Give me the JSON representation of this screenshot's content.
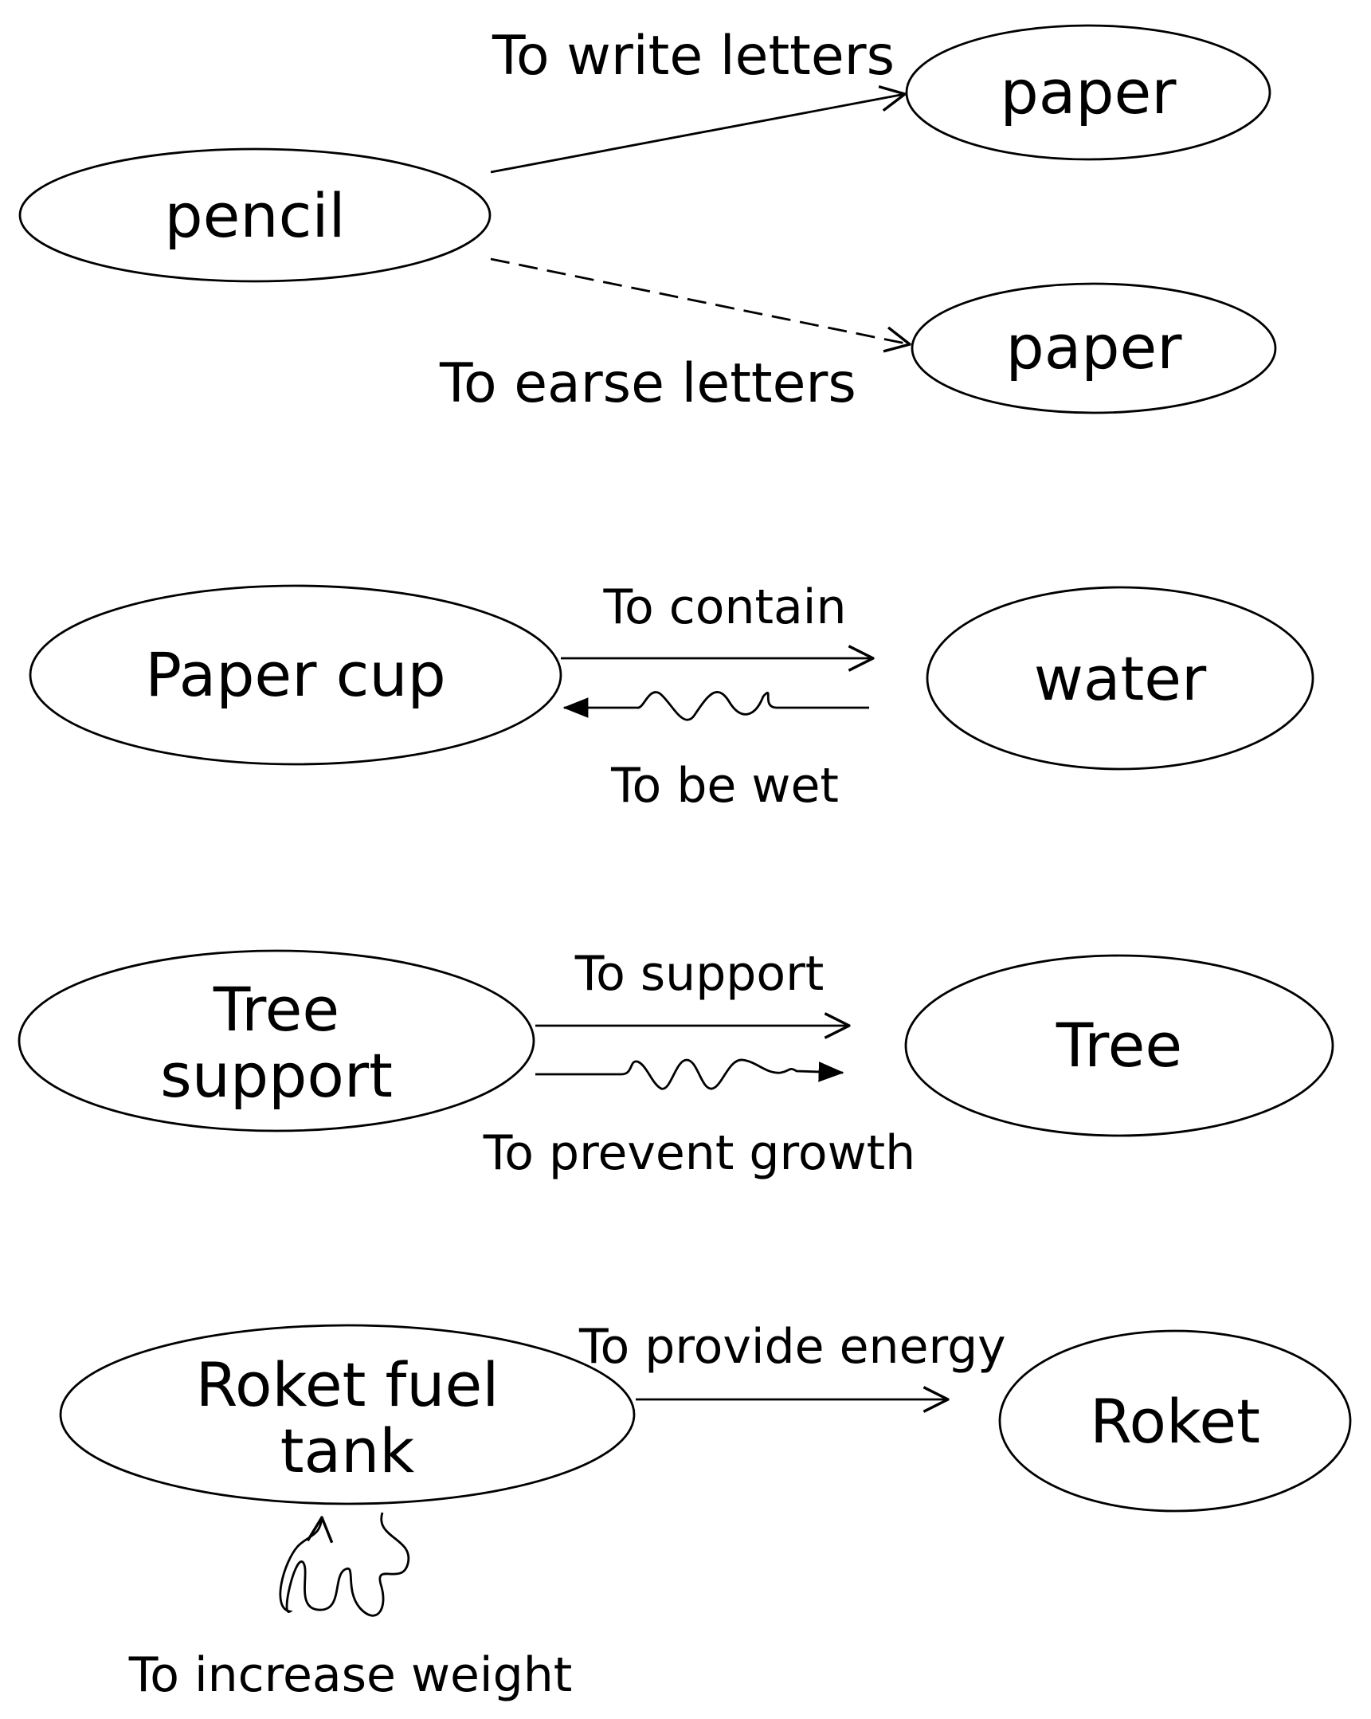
{
  "diagram1": {
    "source": "pencil",
    "target_top": "paper",
    "target_bottom": "paper",
    "useful_label": "To write letters",
    "insufficient_label": "To earse letters"
  },
  "diagram2": {
    "source": "Paper cup",
    "target": "water",
    "useful_label": "To contain",
    "harmful_label": "To be wet"
  },
  "diagram3": {
    "source_line1": "Tree",
    "source_line2": "support",
    "target": "Tree",
    "useful_label": "To support",
    "harmful_label": "To prevent growth"
  },
  "diagram4": {
    "source_line1": "Roket fuel",
    "source_line2": "tank",
    "target": "Roket",
    "useful_label": "To provide energy",
    "harmful_label": "To increase weight"
  }
}
